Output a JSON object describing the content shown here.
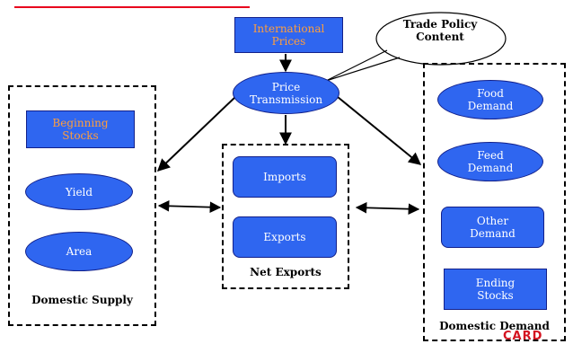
{
  "nodes": {
    "international_prices": "International\nPrices",
    "trade_policy": "Trade Policy\nContent",
    "price_transmission": "Price\nTransmission",
    "beginning_stocks": "Beginning\nStocks",
    "yield": "Yield",
    "area": "Area",
    "imports": "Imports",
    "exports": "Exports",
    "food_demand": "Food\nDemand",
    "feed_demand": "Feed\nDemand",
    "other_demand": "Other\nDemand",
    "ending_stocks": "Ending\nStocks"
  },
  "groups": {
    "domestic_supply": "Domestic Supply",
    "net_exports": "Net Exports",
    "domestic_demand": "Domestic Demand"
  },
  "brand_logo_text": "CARD",
  "colors": {
    "node_fill": "#2f66f0",
    "node_border": "#12208a",
    "orange_text": "#ff9e3d",
    "accent_line": "#e8001c"
  }
}
